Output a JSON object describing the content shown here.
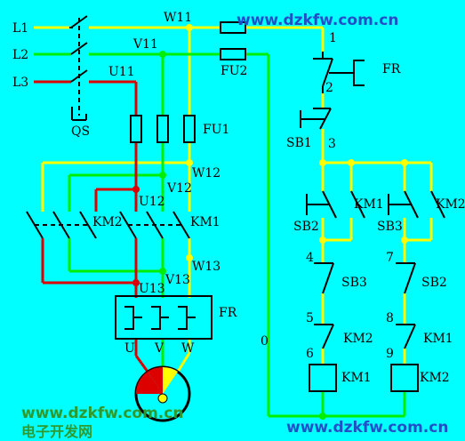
{
  "watermarks": {
    "top_right": "www.dzkfw.com.cn",
    "bottom_left": "www.dzkfw.com.cn",
    "bottom_left_cn": "电子开发网",
    "bottom_right": "www.dzkfw.com.cn"
  },
  "lines": {
    "l1": "L1",
    "l2": "L2",
    "l3": "L3"
  },
  "nodes": {
    "w11": "W11",
    "v11": "V11",
    "u11": "U11",
    "w12": "W12",
    "v12": "V12",
    "u12": "U12",
    "w13": "W13",
    "v13": "V13",
    "u13": "U13",
    "u": "U",
    "v": "V",
    "w": "W",
    "zero": "0",
    "n1": "1",
    "n2": "2",
    "n3": "3",
    "n4": "4",
    "n5": "5",
    "n6": "6",
    "n7": "7",
    "n8": "8",
    "n9": "9"
  },
  "components": {
    "qs": "QS",
    "fu1": "FU1",
    "fu2": "FU2",
    "fr_main": "FR",
    "fr_ctrl": "FR",
    "km1_main": "KM1",
    "km2_main": "KM2",
    "sb1": "SB1",
    "sb2": "SB2",
    "sb3": "SB3",
    "km1_hold": "KM1",
    "km2_hold": "KM2",
    "sb3_nc": "SB3",
    "sb2_nc": "SB2",
    "km2_nc": "KM2",
    "km1_nc": "KM1",
    "km1_coil": "KM1",
    "km2_coil": "KM2"
  },
  "colors": {
    "background": "#00ffff",
    "phase_l1": "#ffff00",
    "phase_l2": "#00ee00",
    "phase_l3": "#dd0000",
    "wire": "#000000"
  }
}
